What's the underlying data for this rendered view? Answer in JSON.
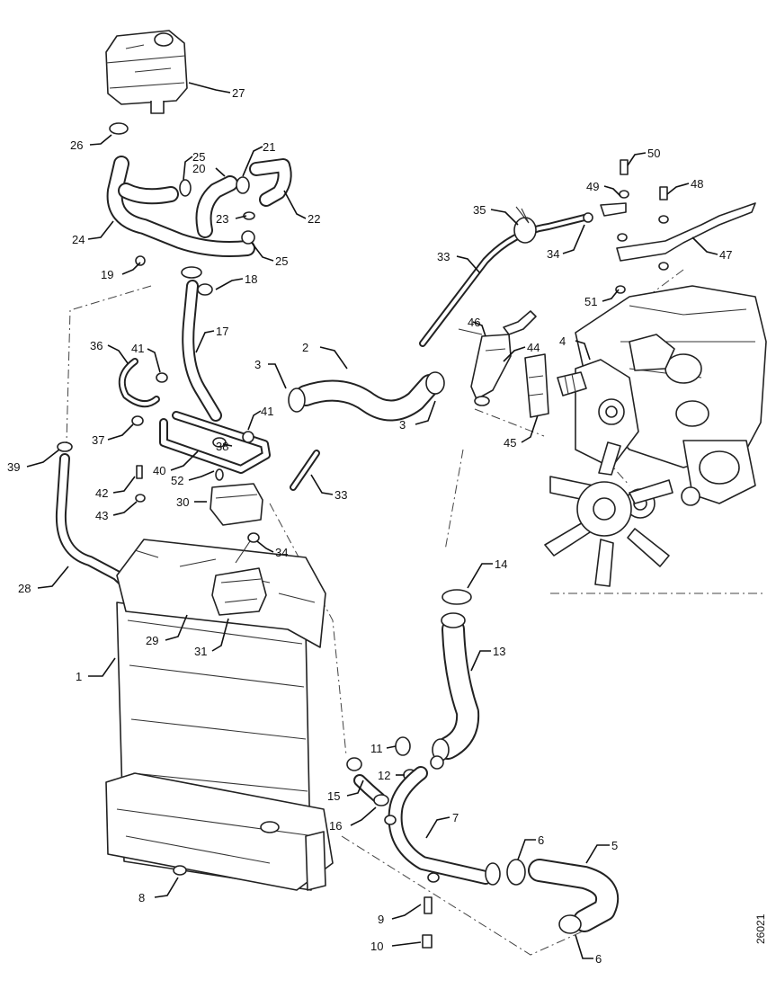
{
  "callouts": [
    {
      "id": "c1",
      "label": "1"
    },
    {
      "id": "c2",
      "label": "2"
    },
    {
      "id": "c3a",
      "label": "3"
    },
    {
      "id": "c3b",
      "label": "3"
    },
    {
      "id": "c4",
      "label": "4"
    },
    {
      "id": "c5",
      "label": "5"
    },
    {
      "id": "c6a",
      "label": "6"
    },
    {
      "id": "c6b",
      "label": "6"
    },
    {
      "id": "c7",
      "label": "7"
    },
    {
      "id": "c8",
      "label": "8"
    },
    {
      "id": "c9",
      "label": "9"
    },
    {
      "id": "c10",
      "label": "10"
    },
    {
      "id": "c11",
      "label": "11"
    },
    {
      "id": "c12",
      "label": "12"
    },
    {
      "id": "c13",
      "label": "13"
    },
    {
      "id": "c14",
      "label": "14"
    },
    {
      "id": "c15",
      "label": "15"
    },
    {
      "id": "c16",
      "label": "16"
    },
    {
      "id": "c17",
      "label": "17"
    },
    {
      "id": "c18",
      "label": "18"
    },
    {
      "id": "c19",
      "label": "19"
    },
    {
      "id": "c20",
      "label": "20"
    },
    {
      "id": "c21",
      "label": "21"
    },
    {
      "id": "c22",
      "label": "22"
    },
    {
      "id": "c23",
      "label": "23"
    },
    {
      "id": "c24",
      "label": "24"
    },
    {
      "id": "c25a",
      "label": "25"
    },
    {
      "id": "c25b",
      "label": "25"
    },
    {
      "id": "c26",
      "label": "26"
    },
    {
      "id": "c27",
      "label": "27"
    },
    {
      "id": "c28",
      "label": "28"
    },
    {
      "id": "c29",
      "label": "29"
    },
    {
      "id": "c30",
      "label": "30"
    },
    {
      "id": "c31",
      "label": "31"
    },
    {
      "id": "c33a",
      "label": "33"
    },
    {
      "id": "c33b",
      "label": "33"
    },
    {
      "id": "c34a",
      "label": "34"
    },
    {
      "id": "c34b",
      "label": "34"
    },
    {
      "id": "c35",
      "label": "35"
    },
    {
      "id": "c36",
      "label": "36"
    },
    {
      "id": "c37",
      "label": "37"
    },
    {
      "id": "c38",
      "label": "38"
    },
    {
      "id": "c39",
      "label": "39"
    },
    {
      "id": "c40",
      "label": "40"
    },
    {
      "id": "c41a",
      "label": "41"
    },
    {
      "id": "c41b",
      "label": "41"
    },
    {
      "id": "c42",
      "label": "42"
    },
    {
      "id": "c43",
      "label": "43"
    },
    {
      "id": "c44",
      "label": "44"
    },
    {
      "id": "c45",
      "label": "45"
    },
    {
      "id": "c46",
      "label": "46"
    },
    {
      "id": "c47",
      "label": "47"
    },
    {
      "id": "c48",
      "label": "48"
    },
    {
      "id": "c49",
      "label": "49"
    },
    {
      "id": "c50",
      "label": "50"
    },
    {
      "id": "c51",
      "label": "51"
    },
    {
      "id": "c52",
      "label": "52"
    }
  ],
  "document_number": "26021"
}
